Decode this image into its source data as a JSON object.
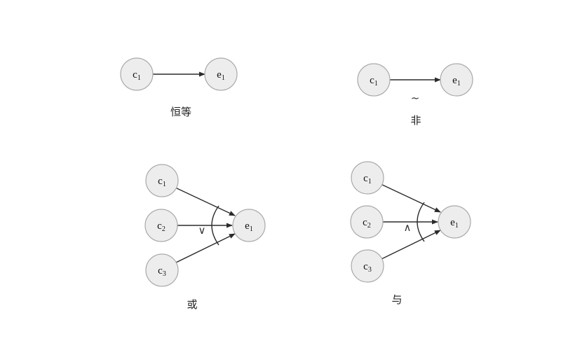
{
  "panels": {
    "identity": {
      "caption": "恒等",
      "nodes": {
        "c1": {
          "base": "c",
          "sub": "1"
        },
        "e1": {
          "base": "e",
          "sub": "1"
        }
      }
    },
    "not": {
      "caption": "非",
      "operator": "~",
      "nodes": {
        "c1": {
          "base": "c",
          "sub": "1"
        },
        "e1": {
          "base": "e",
          "sub": "1"
        }
      }
    },
    "or": {
      "caption": "或",
      "operator": "∨",
      "nodes": {
        "c1": {
          "base": "c",
          "sub": "1"
        },
        "c2": {
          "base": "c",
          "sub": "2"
        },
        "c3": {
          "base": "c",
          "sub": "3"
        },
        "e1": {
          "base": "e",
          "sub": "1"
        }
      }
    },
    "and": {
      "caption": "与",
      "operator": "∧",
      "nodes": {
        "c1": {
          "base": "c",
          "sub": "1"
        },
        "c2": {
          "base": "c",
          "sub": "2"
        },
        "c3": {
          "base": "c",
          "sub": "3"
        },
        "e1": {
          "base": "e",
          "sub": "1"
        }
      }
    }
  },
  "colors": {
    "node_fill": "#ededed",
    "node_stroke": "#a9a9a9",
    "edge": "#2b2b2b"
  }
}
